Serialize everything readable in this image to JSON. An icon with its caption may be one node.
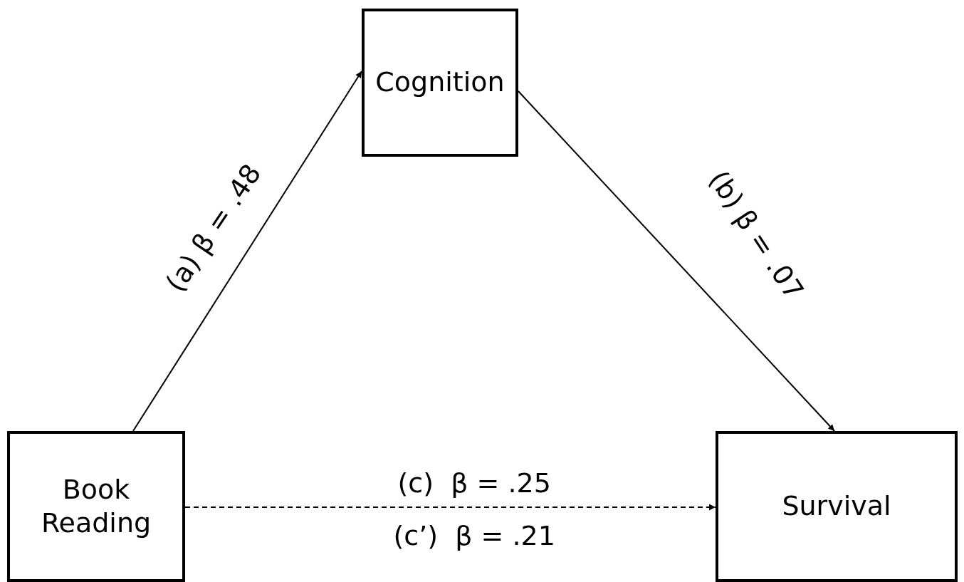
{
  "diagram": {
    "nodes": [
      {
        "text": [
          "Cognition"
        ]
      },
      {
        "text": [
          "Book Reading"
        ]
      },
      {
        "text": [
          "Survival"
        ]
      }
    ],
    "edges": [
      {
        "from": 1,
        "to": 0,
        "arrow": "to",
        "label": "(a) β = .48"
      },
      {
        "from": 0,
        "to": 2,
        "arrow": "to",
        "label": "(b) β = .07"
      },
      {
        "from": 1,
        "to": 2,
        "arrow": "to",
        "label": "(c)  β = .25",
        "style": "dashed"
      }
    ],
    "labels": [
      "(c’)  β = .21"
    ]
  }
}
